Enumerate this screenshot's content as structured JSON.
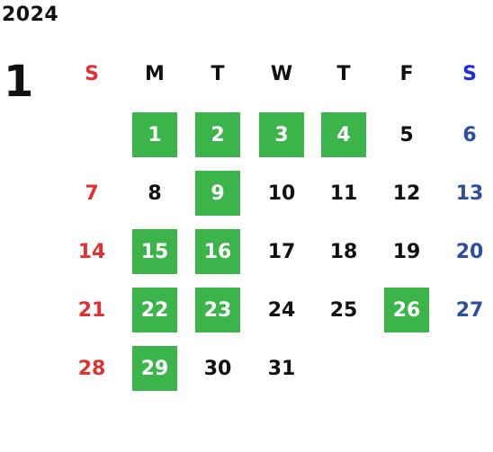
{
  "calendar": {
    "year": "2024",
    "month": "1",
    "weekdays": [
      "S",
      "M",
      "T",
      "W",
      "T",
      "F",
      "S"
    ],
    "weeks": [
      [
        null,
        "1",
        "2",
        "3",
        "4",
        "5",
        "6"
      ],
      [
        "7",
        "8",
        "9",
        "10",
        "11",
        "12",
        "13"
      ],
      [
        "14",
        "15",
        "16",
        "17",
        "18",
        "19",
        "20"
      ],
      [
        "21",
        "22",
        "23",
        "24",
        "25",
        "26",
        "27"
      ],
      [
        "28",
        "29",
        "30",
        "31",
        null,
        null,
        null
      ]
    ],
    "highlighted_days": [
      "1",
      "2",
      "3",
      "4",
      "9",
      "15",
      "16",
      "22",
      "23",
      "26",
      "29"
    ]
  },
  "colors": {
    "highlight_bg": "#3bb44a",
    "sunday": "#e03030",
    "saturday_header": "#1a2fd6",
    "saturday": "#2b4ea0",
    "text": "#111111"
  }
}
